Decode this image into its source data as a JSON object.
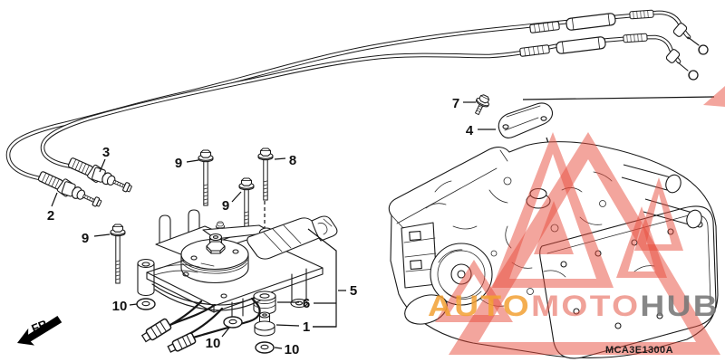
{
  "diagram": {
    "code": "MCA3E1300A",
    "front_marker": "FR.",
    "callout_numbers": {
      "n1": "1",
      "n2": "2",
      "n3": "3",
      "n4": "4",
      "n5": "5",
      "n6": "6",
      "n7": "7",
      "n8": "8",
      "n9": "9",
      "n10": "10"
    },
    "watermark": {
      "part1": "AUTO",
      "part1_color": "rgba(242,160,50,0.85)",
      "part2": "MOTO",
      "part2_color": "rgba(228,85,70,0.55)",
      "part3": "HUB",
      "part3_color": "rgba(118,118,118,0.88)",
      "triangle_color": "rgba(231,76,60,0.5)"
    }
  }
}
